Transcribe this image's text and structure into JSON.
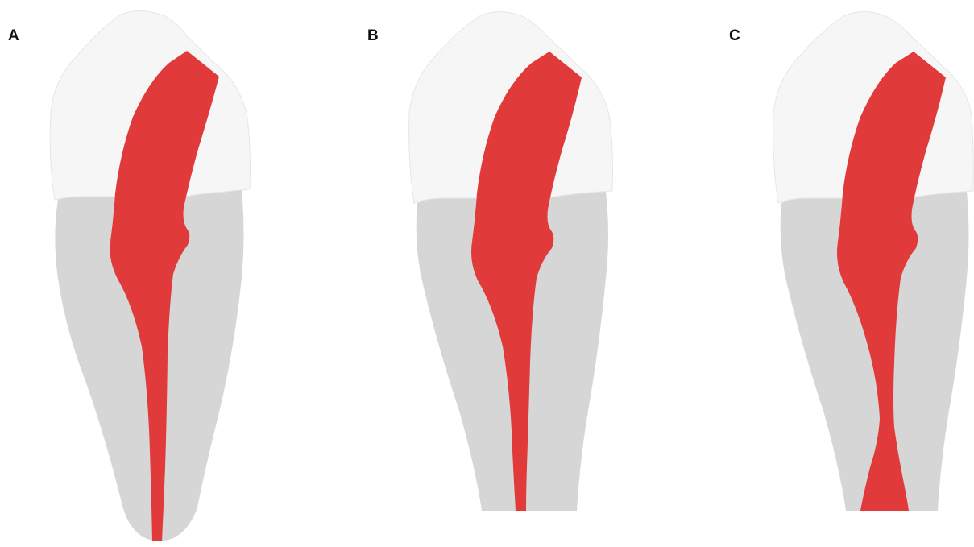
{
  "panels": [
    {
      "label": "A"
    },
    {
      "label": "B"
    },
    {
      "label": "C"
    }
  ],
  "colors": {
    "crown": "#f6f6f6",
    "root": "#d6d6d6",
    "canal": "#e03a3a",
    "outline": "#e6e6e6"
  }
}
